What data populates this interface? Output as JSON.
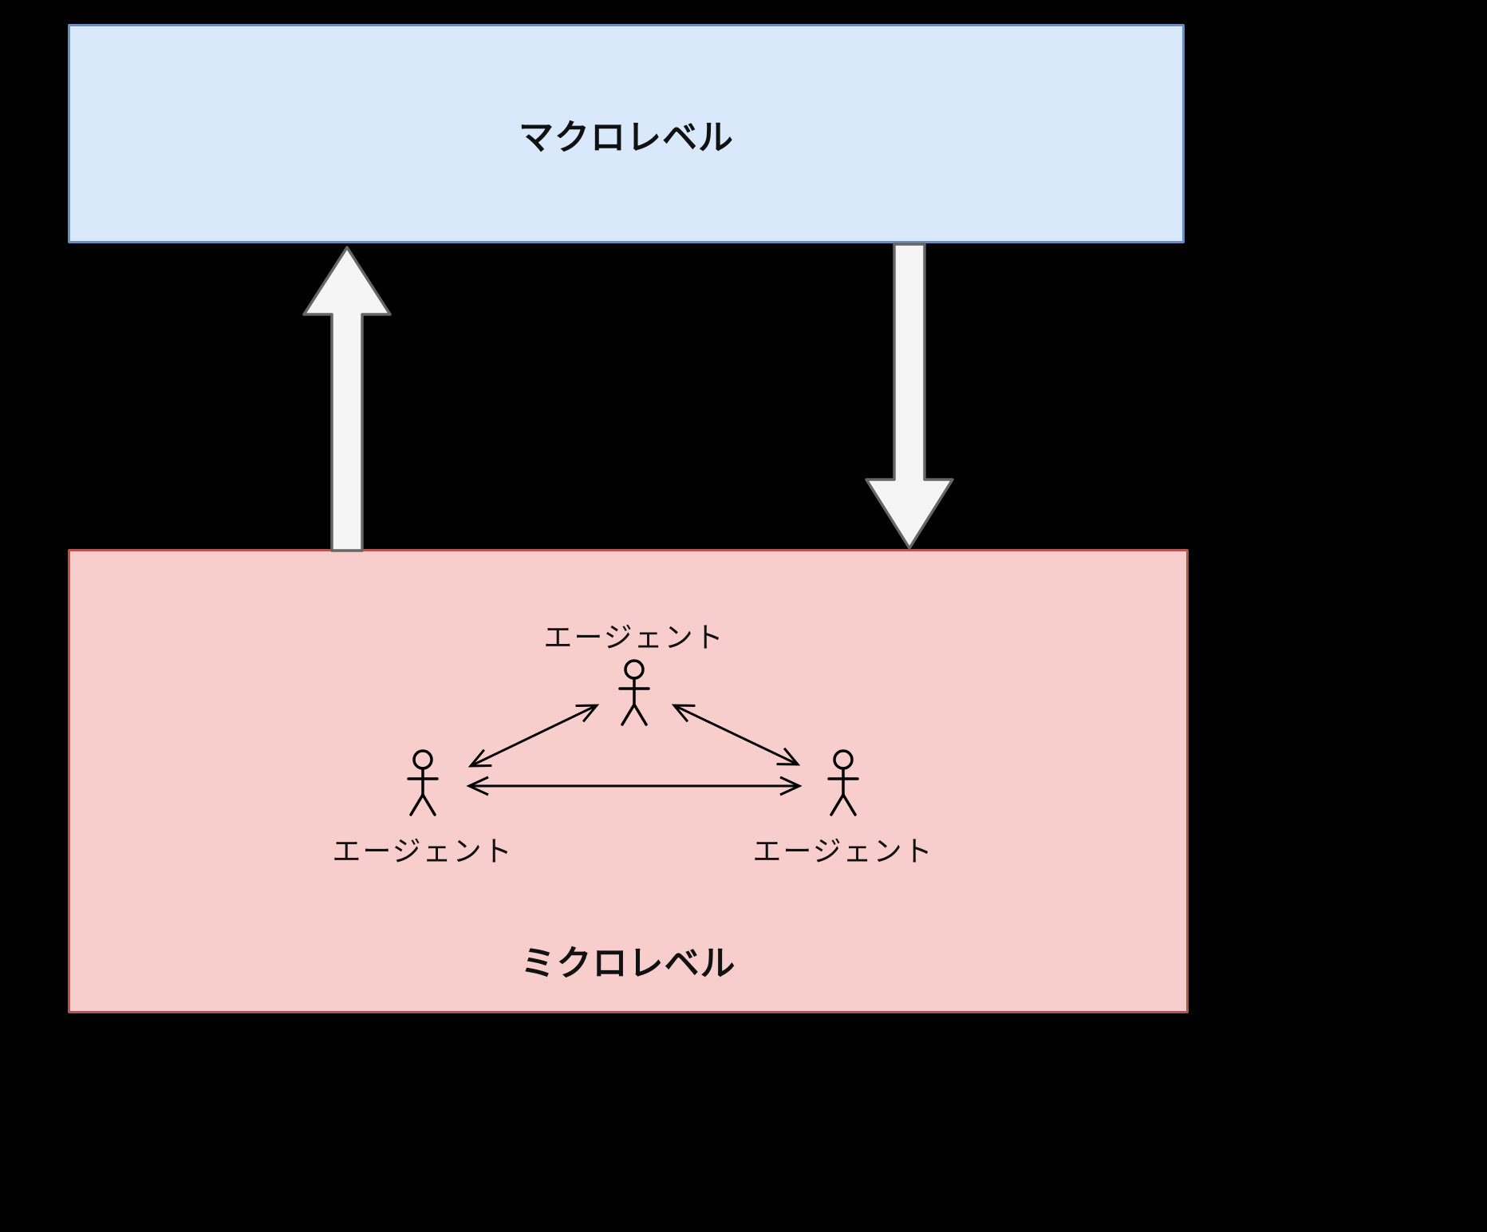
{
  "diagram": {
    "macro_label": "マクロレベル",
    "micro_label": "ミクロレベル",
    "agents": [
      {
        "id": "agent-top",
        "label": "エージェント"
      },
      {
        "id": "agent-left",
        "label": "エージェント"
      },
      {
        "id": "agent-right",
        "label": "エージェント"
      }
    ],
    "arrows": [
      {
        "id": "emergence-arrow",
        "direction": "up",
        "from": "micro-level",
        "to": "macro-level"
      },
      {
        "id": "influence-arrow",
        "direction": "down",
        "from": "macro-level",
        "to": "micro-level"
      },
      {
        "id": "agent-link-top-left",
        "type": "double-headed"
      },
      {
        "id": "agent-link-top-right",
        "type": "double-headed"
      },
      {
        "id": "agent-link-left-right",
        "type": "double-headed"
      }
    ],
    "colors": {
      "background": "#000000",
      "macro_fill": "#dae8fc",
      "macro_border": "#6c8ebf",
      "micro_fill": "#f8cecc",
      "micro_border": "#b85450",
      "arrow_fill": "#f5f5f5",
      "arrow_border": "#666666",
      "line_color": "#000000",
      "text_color": "#111111"
    }
  }
}
